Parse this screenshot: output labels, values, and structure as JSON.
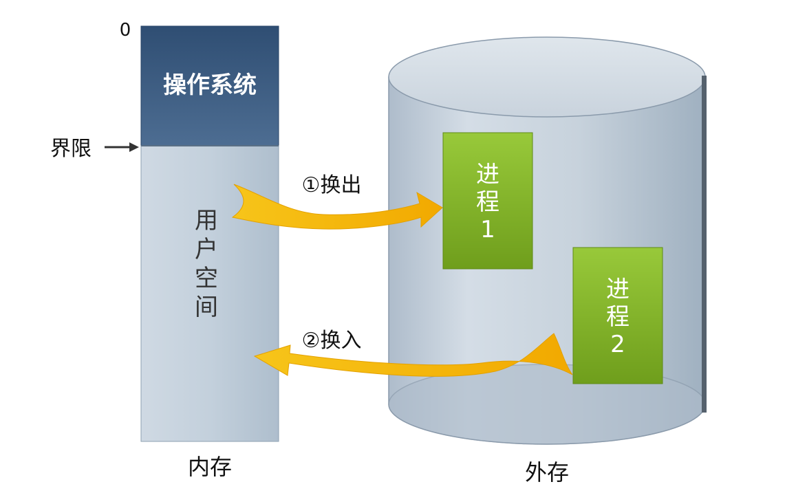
{
  "memory": {
    "address_start": "0",
    "os_label": "操作系统",
    "boundary_label": "界限",
    "user_space_chars": [
      "用",
      "户",
      "空",
      "间"
    ],
    "caption": "内存"
  },
  "storage": {
    "caption": "外存",
    "process1_lines": [
      "进",
      "程",
      "1"
    ],
    "process2_lines": [
      "进",
      "程",
      "2"
    ]
  },
  "arrows": {
    "swap_out": "①换出",
    "swap_in": "②换入"
  },
  "colors": {
    "os_block": "#3f5f83",
    "user_space": "#b9c8d6",
    "cylinder": "#c5d0da",
    "process": "#7fb227",
    "arrow": "#f4b400"
  }
}
